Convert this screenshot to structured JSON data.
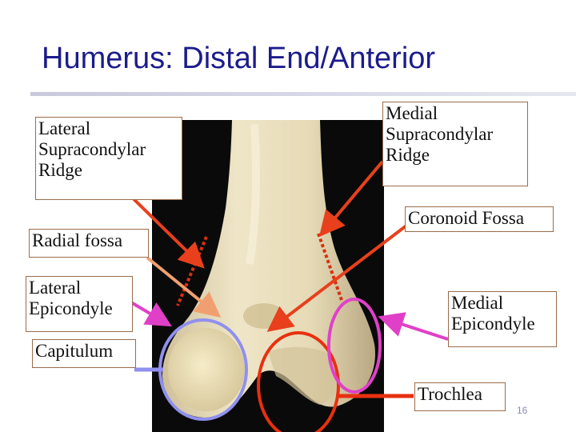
{
  "slide": {
    "title": "Humerus: Distal End/Anterior",
    "page_number": "16"
  },
  "labels": {
    "lateral_supracondylar_ridge": [
      "Lateral",
      "Supracondylar",
      "Ridge"
    ],
    "medial_supracondylar_ridge": [
      "Medial",
      "Supracondylar",
      "Ridge"
    ],
    "coronoid_fossa": "Coronoid Fossa",
    "radial_fossa": "Radial fossa",
    "lateral_epicondyle": [
      "Lateral",
      "Epicondyle"
    ],
    "medial_epicondyle": [
      "Medial",
      "Epicondyle"
    ],
    "capitulum": "Capitulum",
    "trochlea": "Trochlea"
  },
  "colors": {
    "title": "#1c1c8c",
    "arrow_red": "#e8401c",
    "arrow_salmon": "#f0a070",
    "arrow_magenta": "#e040c8",
    "capitulum_circle": "#9090ee",
    "trochlea_circle": "#e83010",
    "medial_epicondyle_circle": "#e040c8",
    "dashed_ridge": "#d83010",
    "bone": "#e8dcb8",
    "photo_background": "#0a0a0a"
  }
}
